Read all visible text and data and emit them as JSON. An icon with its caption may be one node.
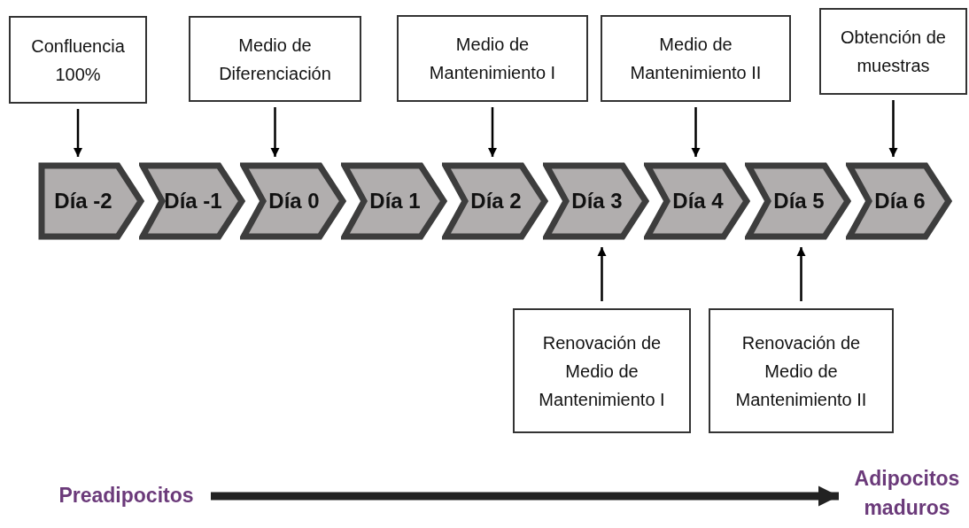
{
  "diagram": {
    "nodes": [
      {
        "text": [
          "Confluencia 100%"
        ]
      },
      {
        "text": [
          "Medio de Diferenciación"
        ]
      },
      {
        "text": [
          "Medio de Mantenimiento I"
        ]
      },
      {
        "text": [
          "Medio de Mantenimiento II"
        ]
      },
      {
        "text": [
          "Obtención de muestras"
        ]
      },
      {
        "text": [
          "Día -2"
        ]
      },
      {
        "text": [
          "Día -1"
        ]
      },
      {
        "text": [
          "Día 0"
        ]
      },
      {
        "text": [
          "Día 1"
        ]
      },
      {
        "text": [
          "Día 2"
        ]
      },
      {
        "text": [
          "Día 3"
        ]
      },
      {
        "text": [
          "Día 4"
        ]
      },
      {
        "text": [
          "Día 5"
        ]
      },
      {
        "text": [
          "Día 6"
        ]
      },
      {
        "text": [
          "Renovación de Medio de Mantenimiento I"
        ]
      },
      {
        "text": [
          "Renovación de Medio de Mantenimiento II"
        ]
      },
      {
        "text": [
          "Preadipocitos"
        ]
      },
      {
        "text": [
          "Adipocitos maduros"
        ]
      }
    ],
    "edges": [
      {
        "from": 0,
        "to": 5,
        "arrow": "to"
      },
      {
        "from": 1,
        "to": 7,
        "arrow": "to"
      },
      {
        "from": 2,
        "to": 9,
        "arrow": "to"
      },
      {
        "from": 3,
        "to": 11,
        "arrow": "to"
      },
      {
        "from": 4,
        "to": 13,
        "arrow": "to"
      },
      {
        "from": 14,
        "to": 10,
        "arrow": "to"
      },
      {
        "from": 15,
        "to": 12,
        "arrow": "to"
      },
      {
        "from": 16,
        "to": 17,
        "arrow": "to",
        "style": "thick"
      }
    ]
  }
}
